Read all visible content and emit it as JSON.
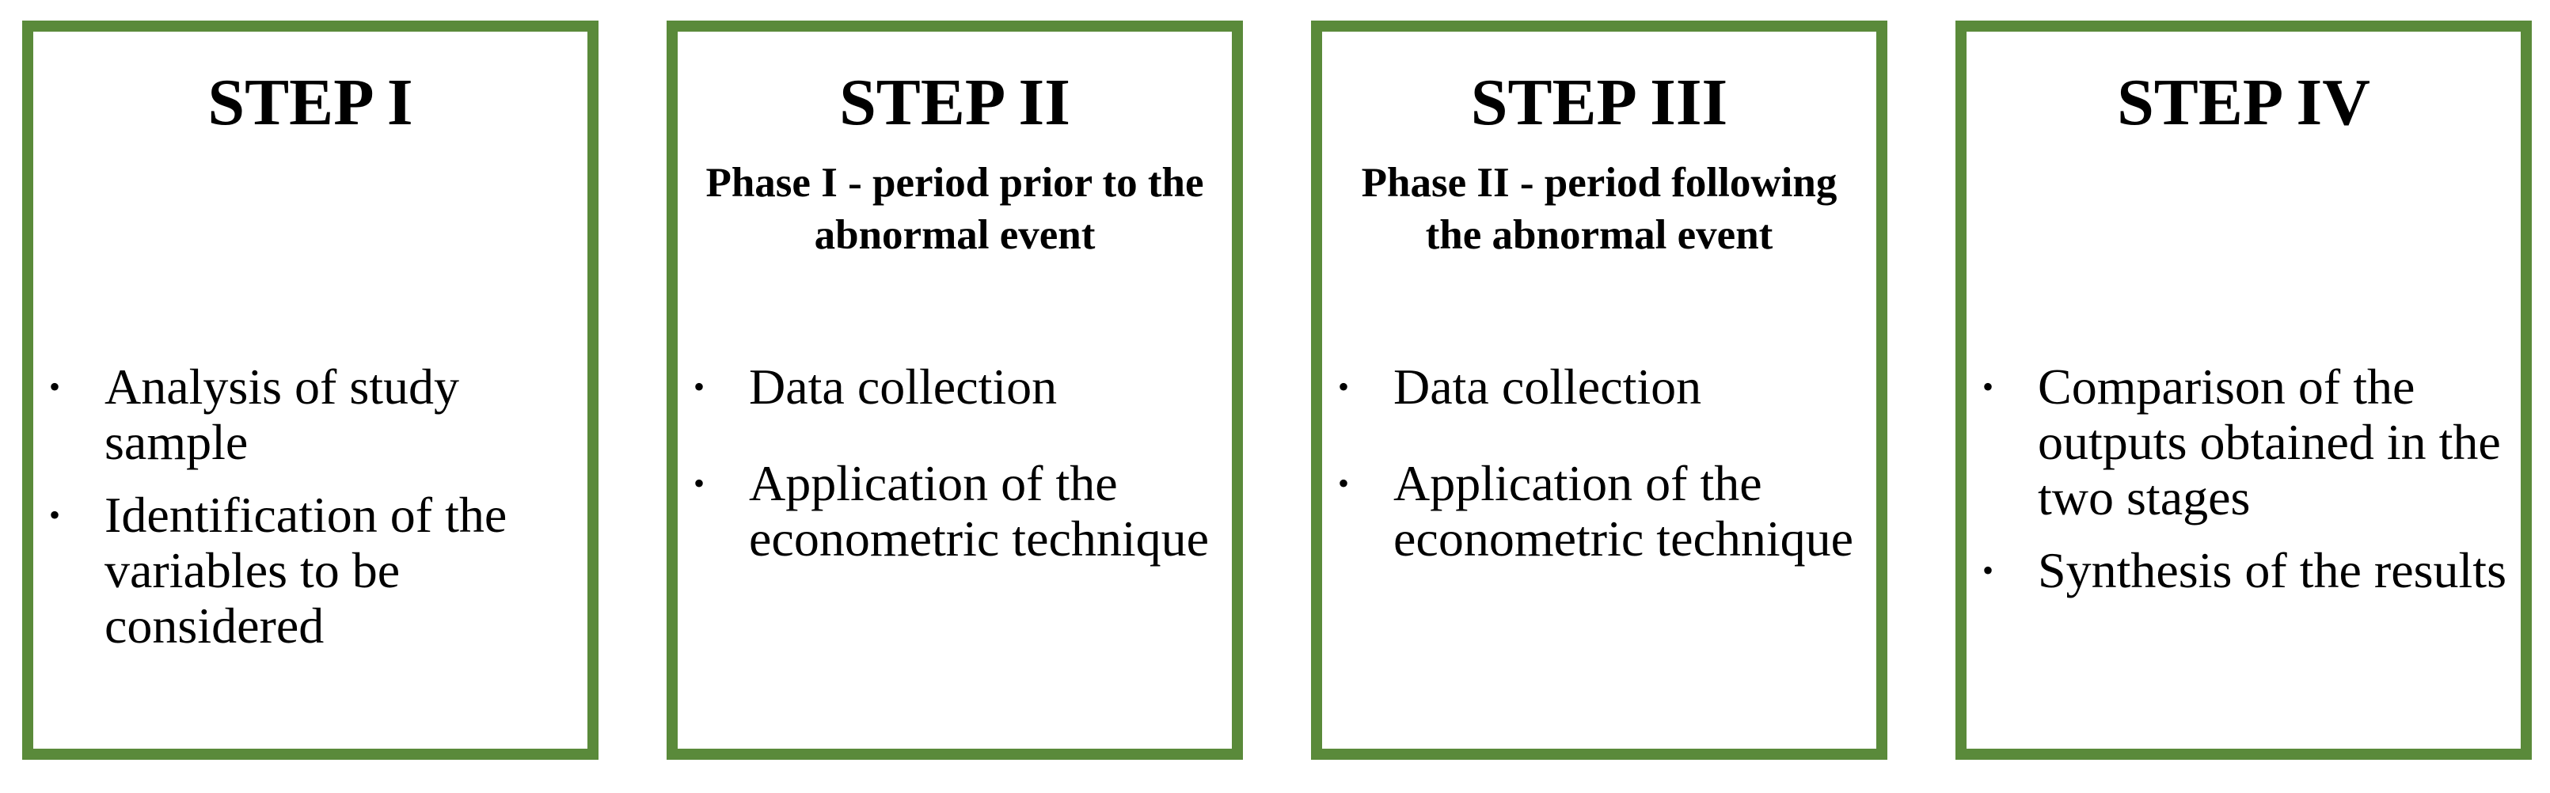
{
  "steps": [
    {
      "title": "STEP I",
      "subtitle": "",
      "items": [
        "Analysis of study sample",
        "Identification of the variables to be considered"
      ]
    },
    {
      "title": "STEP II",
      "subtitle": "Phase I - period prior to the abnormal event",
      "items": [
        "Data collection",
        "Application of the econometric technique"
      ]
    },
    {
      "title": "STEP III",
      "subtitle": "Phase II - period following the abnormal event",
      "items": [
        "Data collection",
        "Application of the econometric technique"
      ]
    },
    {
      "title": "STEP IV",
      "subtitle": "",
      "items": [
        "Comparison of the outputs obtained in the two stages",
        "Synthesis of the results"
      ]
    }
  ],
  "bullet_symbol": "•",
  "colors": {
    "box_border": "#5a8a3a",
    "text": "#000000",
    "background": "#ffffff"
  }
}
